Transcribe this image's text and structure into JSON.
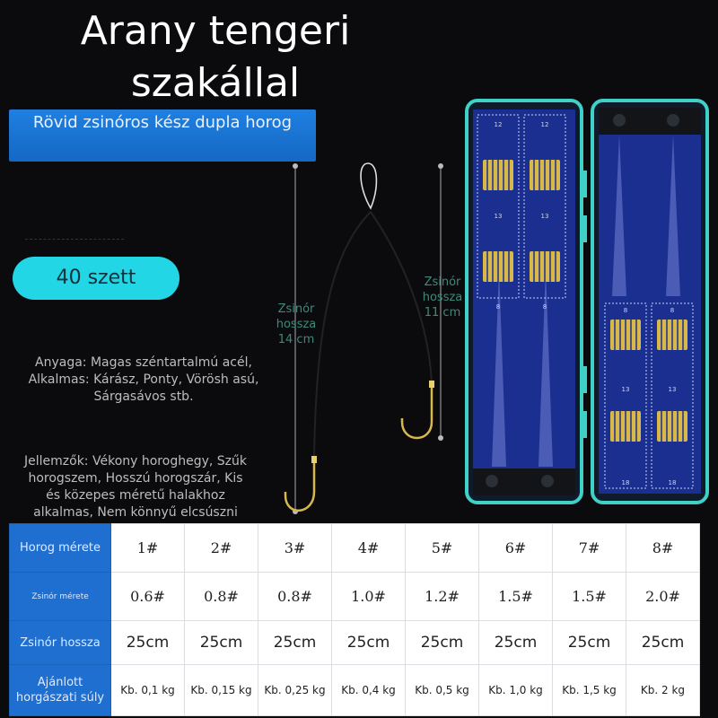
{
  "title": {
    "line1": "Arany tengeri",
    "line2": "szakállal"
  },
  "subtitle": "Rövid zsinóros kész dupla horog",
  "count_label": "40 szett",
  "length_labels": {
    "left": [
      "Zsinór",
      "hossza",
      "14 cm"
    ],
    "right": [
      "Zsinór",
      "hossza",
      "11 cm"
    ]
  },
  "description": {
    "material": [
      "Anyaga: Magas széntartalmú acél,",
      "Alkalmas: Kárász, Ponty, Vörösh asú,",
      "Sárgasávos stb."
    ],
    "features": [
      "Jellemzők: Vékony horoghegy, Szűk",
      "horogszem, Hosszú horogszár, Kis",
      "és közepes méretű halakhoz",
      "alkalmas, Nem könnyű elcsúszni"
    ]
  },
  "box_compartment_labels": [
    "12",
    "12",
    "13",
    "13",
    "8",
    "8",
    "8",
    "8",
    "13",
    "13",
    "18",
    "18"
  ],
  "table": {
    "row_headers": [
      "Horog mérete",
      "Zsinór mérete",
      "Zsinór hossza",
      "Ajánlott horgászati súly"
    ],
    "hook_sizes": [
      "1#",
      "2#",
      "3#",
      "4#",
      "5#",
      "6#",
      "7#",
      "8#"
    ],
    "line_sizes": [
      "0.6#",
      "0.8#",
      "0.8#",
      "1.0#",
      "1.2#",
      "1.5#",
      "1.5#",
      "2.0#"
    ],
    "line_lengths": [
      "25cm",
      "25cm",
      "25cm",
      "25cm",
      "25cm",
      "25cm",
      "25cm",
      "25cm"
    ],
    "weights": [
      "Kb. 0,1 kg",
      "Kb. 0,15 kg",
      "Kb. 0,25 kg",
      "Kb. 0,4 kg",
      "Kb. 0,5 kg",
      "Kb. 1,0 kg",
      "Kb. 1,5 kg",
      "Kb. 2 kg"
    ]
  },
  "colors": {
    "background": "#0b0b0d",
    "accent_blue": "#1e6fd0",
    "pill_cyan": "#22d6e6",
    "box_frame": "#34c9c0",
    "box_inner": "#1a2f8f",
    "hook_gold": "#d9b84a"
  }
}
